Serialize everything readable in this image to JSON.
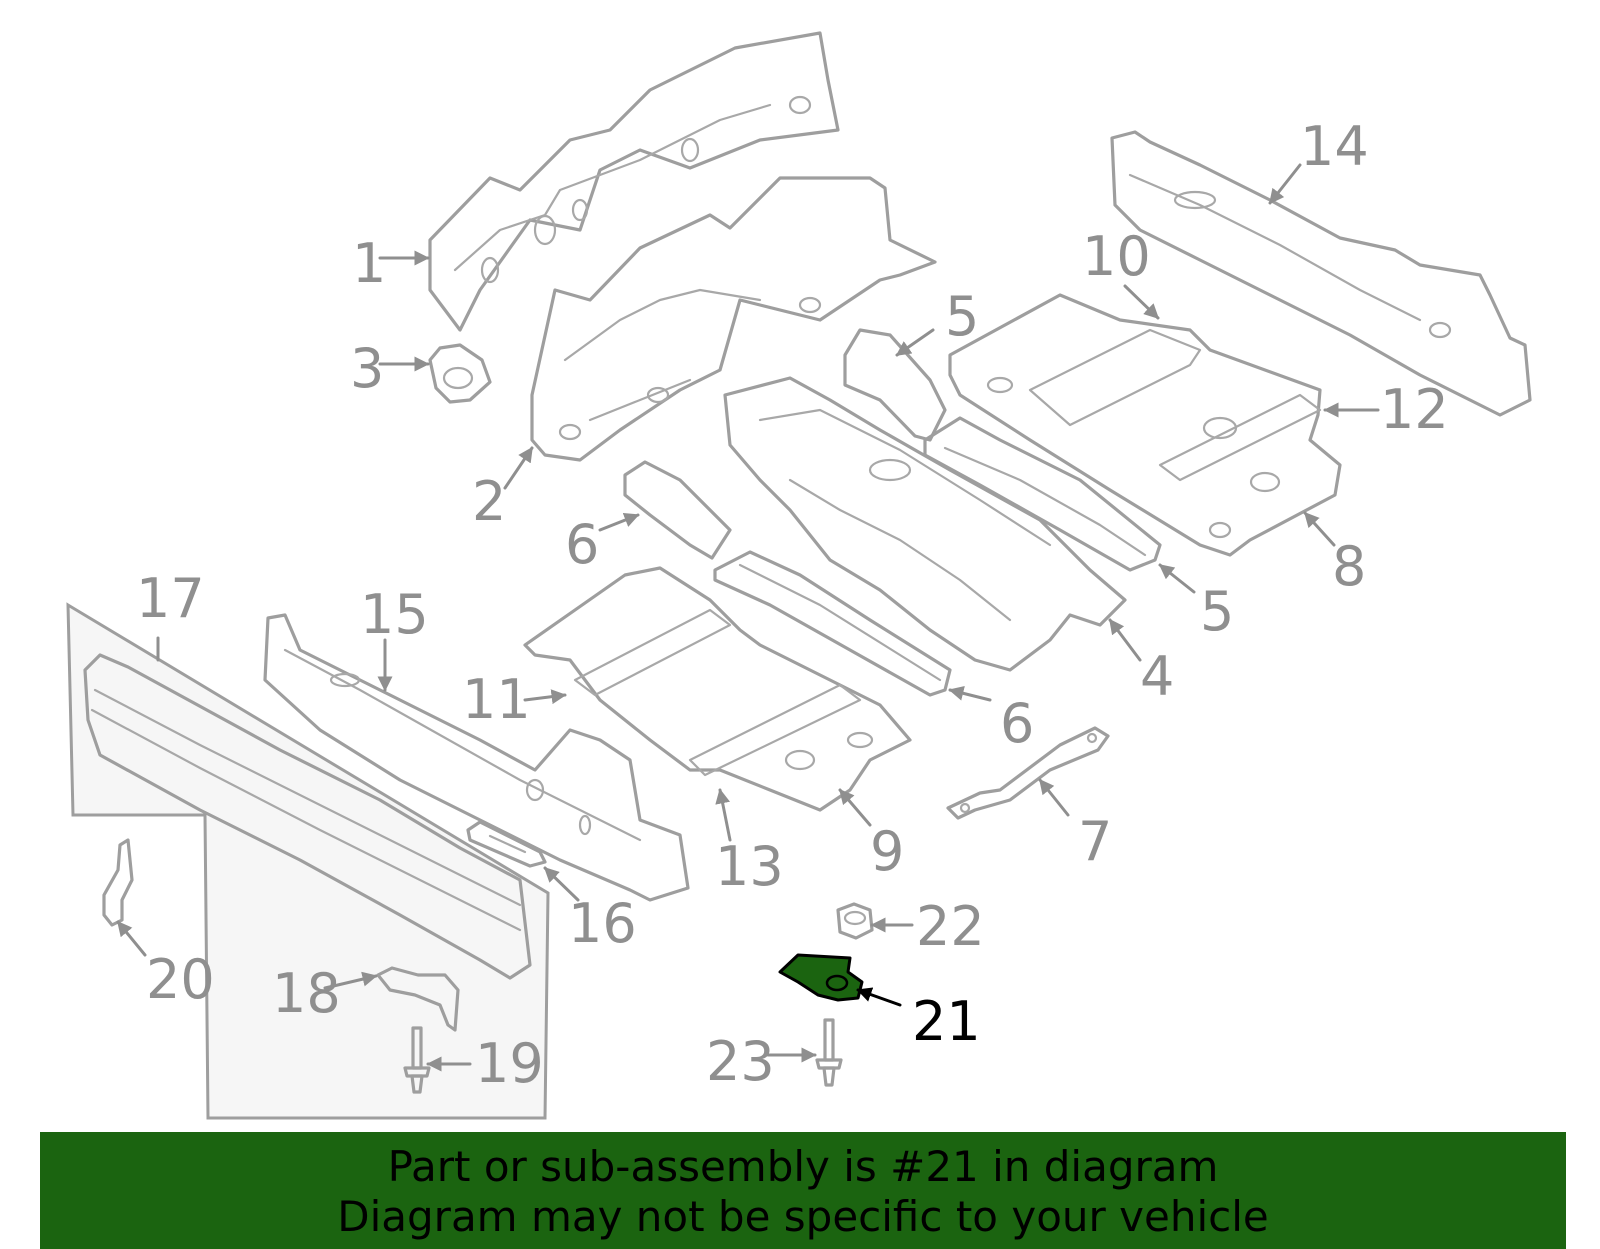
{
  "callouts": [
    "1",
    "2",
    "3",
    "4",
    "5",
    "5",
    "6",
    "6",
    "7",
    "8",
    "9",
    "10",
    "11",
    "12",
    "13",
    "14",
    "15",
    "16",
    "17",
    "18",
    "19",
    "20",
    "21",
    "22",
    "23"
  ],
  "highlighted_part": "21",
  "highlight_color": "#1b6410",
  "banner": {
    "line1": "Part or sub-assembly is #21 in diagram",
    "line2": "Diagram may not be specific to your vehicle"
  }
}
